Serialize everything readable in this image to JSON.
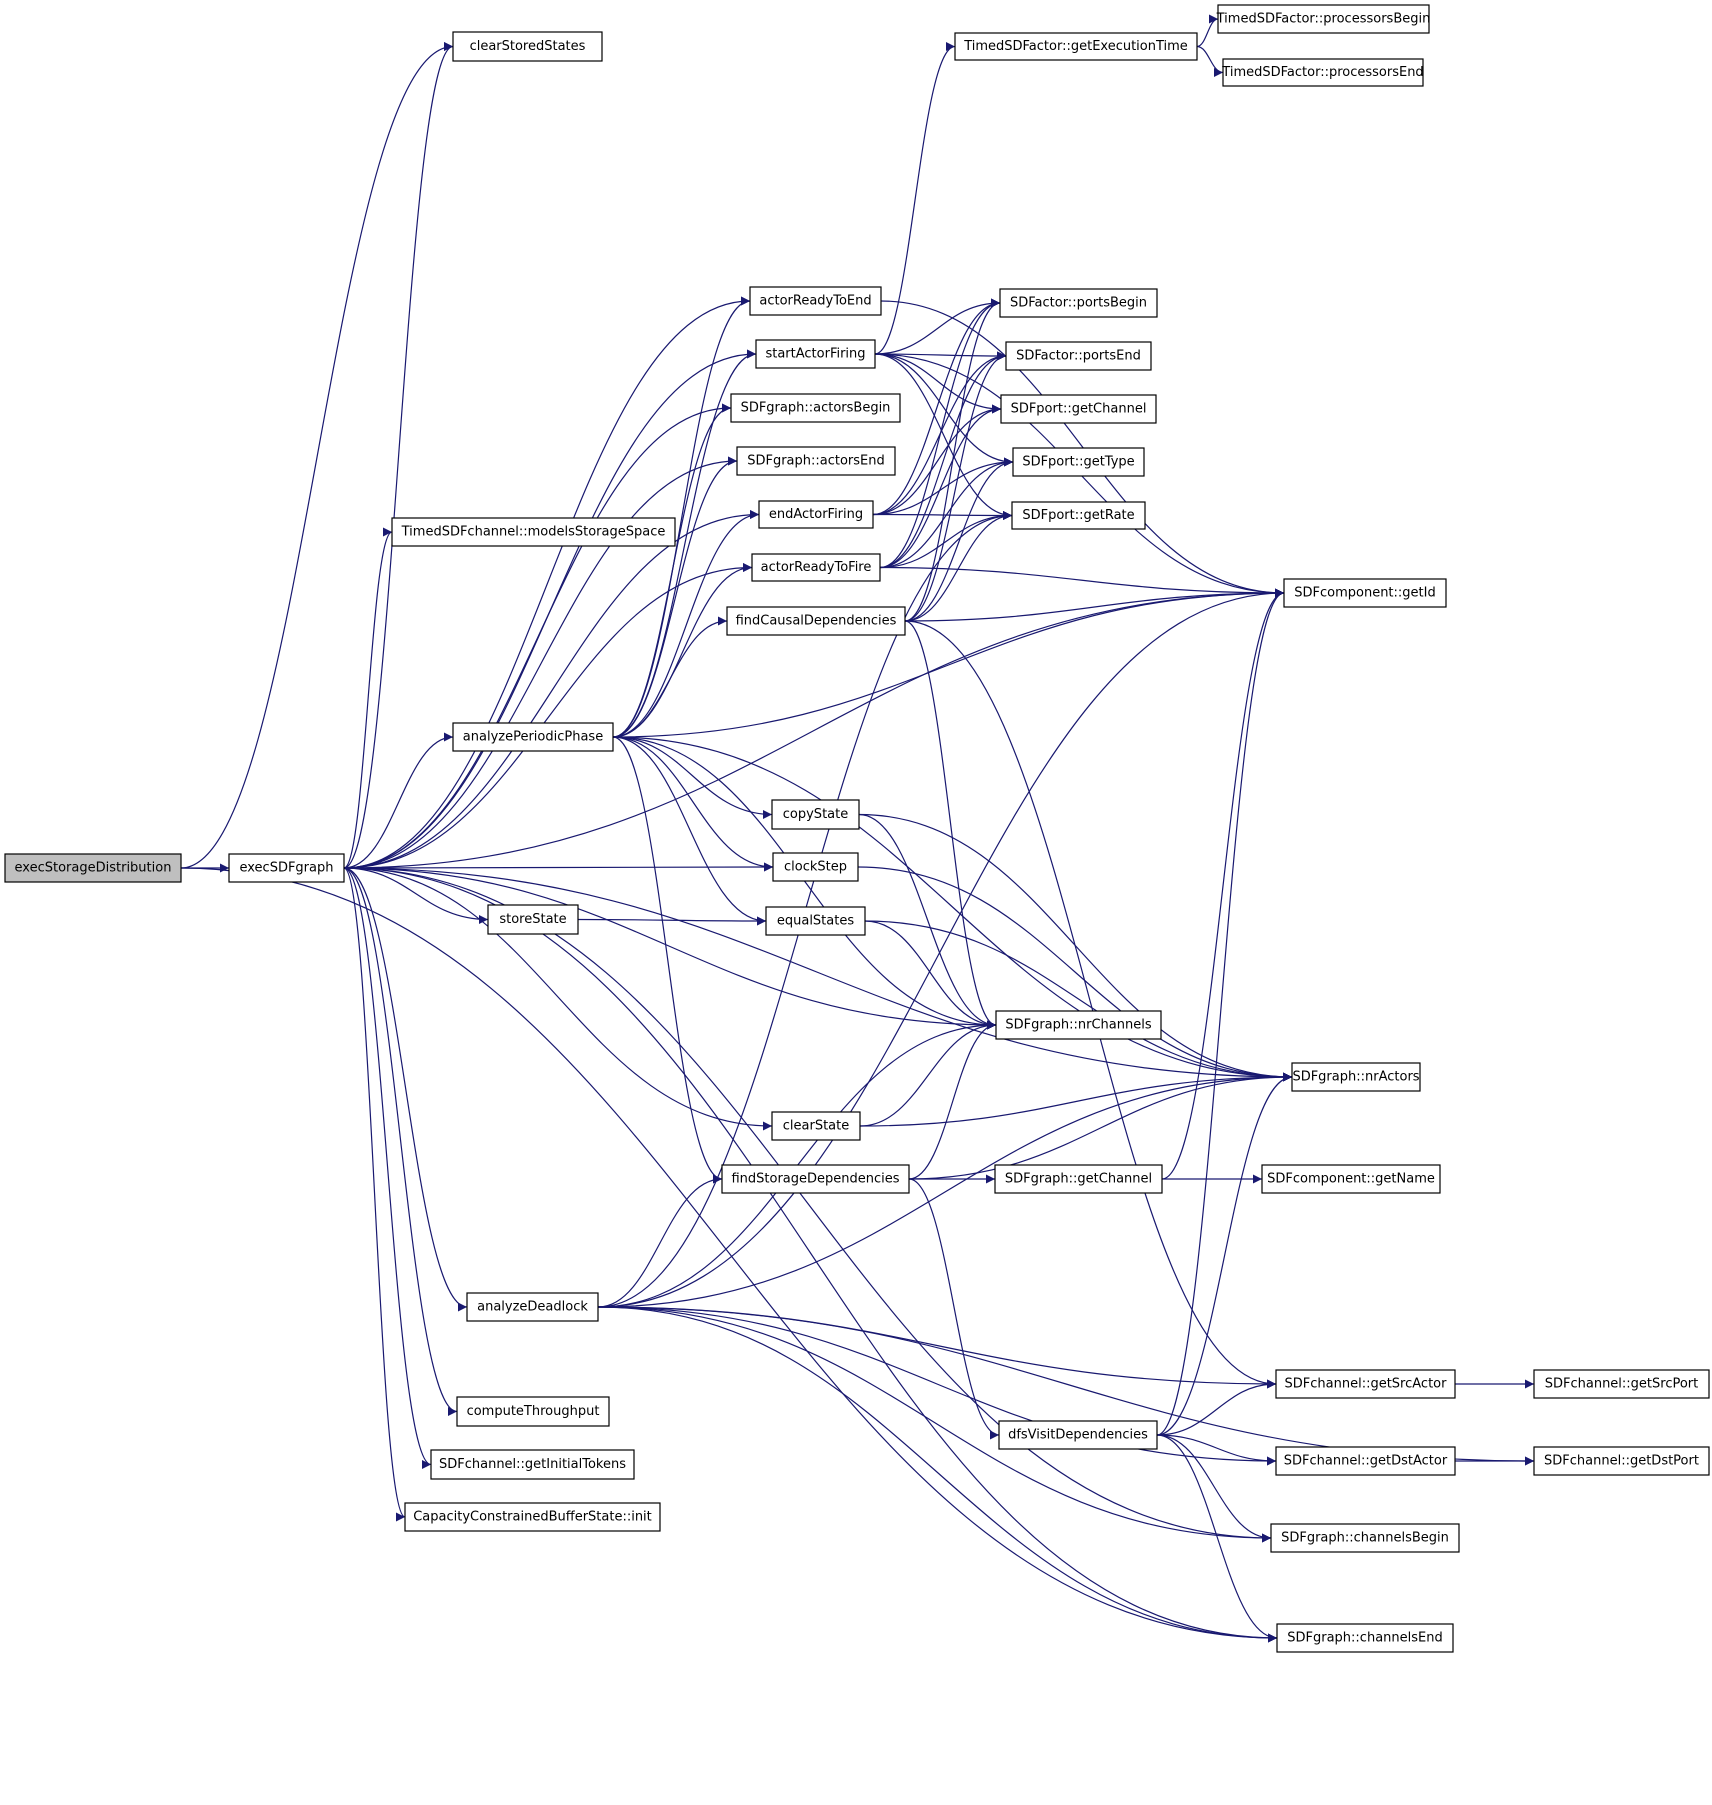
{
  "diagram": {
    "type": "call-graph",
    "root": "execStorageDistribution",
    "edge_color": "#191970",
    "root_fill": "#bfbfbf",
    "nodes": [
      {
        "id": "execStorageDistribution",
        "label": "execStorageDistribution"
      },
      {
        "id": "execSDFgraph",
        "label": "execSDFgraph"
      },
      {
        "id": "clearStoredStates",
        "label": "clearStoredStates"
      },
      {
        "id": "actorReadyToEnd",
        "label": "actorReadyToEnd"
      },
      {
        "id": "startActorFiring",
        "label": "startActorFiring"
      },
      {
        "id": "actorsBegin",
        "label": "SDFgraph::actorsBegin"
      },
      {
        "id": "actorsEnd",
        "label": "SDFgraph::actorsEnd"
      },
      {
        "id": "modelsStorageSpace",
        "label": "TimedSDFchannel::modelsStorageSpace"
      },
      {
        "id": "endActorFiring",
        "label": "endActorFiring"
      },
      {
        "id": "actorReadyToFire",
        "label": "actorReadyToFire"
      },
      {
        "id": "findCausalDependencies",
        "label": "findCausalDependencies"
      },
      {
        "id": "analyzePeriodicPhase",
        "label": "analyzePeriodicPhase"
      },
      {
        "id": "copyState",
        "label": "copyState"
      },
      {
        "id": "clockStep",
        "label": "clockStep"
      },
      {
        "id": "storeState",
        "label": "storeState"
      },
      {
        "id": "equalStates",
        "label": "equalStates"
      },
      {
        "id": "nrChannels",
        "label": "SDFgraph::nrChannels"
      },
      {
        "id": "clearState",
        "label": "clearState"
      },
      {
        "id": "findStorageDependencies",
        "label": "findStorageDependencies"
      },
      {
        "id": "getChannel",
        "label": "SDFgraph::getChannel"
      },
      {
        "id": "analyzeDeadlock",
        "label": "analyzeDeadlock"
      },
      {
        "id": "computeThroughput",
        "label": "computeThroughput"
      },
      {
        "id": "getInitialTokens",
        "label": "SDFchannel::getInitialTokens"
      },
      {
        "id": "cbsInit",
        "label": "CapacityConstrainedBufferState::init"
      },
      {
        "id": "getExecutionTime",
        "label": "TimedSDFactor::getExecutionTime"
      },
      {
        "id": "processorsBegin",
        "label": "TimedSDFactor::processorsBegin"
      },
      {
        "id": "processorsEnd",
        "label": "TimedSDFactor::processorsEnd"
      },
      {
        "id": "portsBegin",
        "label": "SDFactor::portsBegin"
      },
      {
        "id": "portsEnd",
        "label": "SDFactor::portsEnd"
      },
      {
        "id": "portGetChannel",
        "label": "SDFport::getChannel"
      },
      {
        "id": "getType",
        "label": "SDFport::getType"
      },
      {
        "id": "getRate",
        "label": "SDFport::getRate"
      },
      {
        "id": "getId",
        "label": "SDFcomponent::getId"
      },
      {
        "id": "nrActors",
        "label": "SDFgraph::nrActors"
      },
      {
        "id": "getName",
        "label": "SDFcomponent::getName"
      },
      {
        "id": "dfsVisitDependencies",
        "label": "dfsVisitDependencies"
      },
      {
        "id": "getSrcActor",
        "label": "SDFchannel::getSrcActor"
      },
      {
        "id": "getSrcPort",
        "label": "SDFchannel::getSrcPort"
      },
      {
        "id": "getDstActor",
        "label": "SDFchannel::getDstActor"
      },
      {
        "id": "getDstPort",
        "label": "SDFchannel::getDstPort"
      },
      {
        "id": "channelsBegin",
        "label": "SDFgraph::channelsBegin"
      },
      {
        "id": "channelsEnd",
        "label": "SDFgraph::channelsEnd"
      }
    ],
    "edges": [
      [
        "execStorageDistribution",
        "execSDFgraph"
      ],
      [
        "execStorageDistribution",
        "clearStoredStates"
      ],
      [
        "execStorageDistribution",
        "channelsEnd"
      ],
      [
        "execSDFgraph",
        "clearStoredStates"
      ],
      [
        "execSDFgraph",
        "actorReadyToEnd"
      ],
      [
        "execSDFgraph",
        "startActorFiring"
      ],
      [
        "execSDFgraph",
        "actorsBegin"
      ],
      [
        "execSDFgraph",
        "actorsEnd"
      ],
      [
        "execSDFgraph",
        "modelsStorageSpace"
      ],
      [
        "execSDFgraph",
        "endActorFiring"
      ],
      [
        "execSDFgraph",
        "actorReadyToFire"
      ],
      [
        "execSDFgraph",
        "analyzePeriodicPhase"
      ],
      [
        "execSDFgraph",
        "clockStep"
      ],
      [
        "execSDFgraph",
        "storeState"
      ],
      [
        "execSDFgraph",
        "nrChannels"
      ],
      [
        "execSDFgraph",
        "clearState"
      ],
      [
        "execSDFgraph",
        "nrActors"
      ],
      [
        "execSDFgraph",
        "analyzeDeadlock"
      ],
      [
        "execSDFgraph",
        "computeThroughput"
      ],
      [
        "execSDFgraph",
        "getInitialTokens"
      ],
      [
        "execSDFgraph",
        "cbsInit"
      ],
      [
        "execSDFgraph",
        "getId"
      ],
      [
        "execSDFgraph",
        "channelsBegin"
      ],
      [
        "execSDFgraph",
        "channelsEnd"
      ],
      [
        "actorReadyToEnd",
        "getId"
      ],
      [
        "startActorFiring",
        "getExecutionTime"
      ],
      [
        "startActorFiring",
        "portsBegin"
      ],
      [
        "startActorFiring",
        "portsEnd"
      ],
      [
        "startActorFiring",
        "portGetChannel"
      ],
      [
        "startActorFiring",
        "getType"
      ],
      [
        "startActorFiring",
        "getRate"
      ],
      [
        "startActorFiring",
        "getId"
      ],
      [
        "getExecutionTime",
        "processorsBegin"
      ],
      [
        "getExecutionTime",
        "processorsEnd"
      ],
      [
        "endActorFiring",
        "portsBegin"
      ],
      [
        "endActorFiring",
        "portsEnd"
      ],
      [
        "endActorFiring",
        "portGetChannel"
      ],
      [
        "endActorFiring",
        "getType"
      ],
      [
        "endActorFiring",
        "getRate"
      ],
      [
        "actorReadyToFire",
        "portsBegin"
      ],
      [
        "actorReadyToFire",
        "portsEnd"
      ],
      [
        "actorReadyToFire",
        "portGetChannel"
      ],
      [
        "actorReadyToFire",
        "getType"
      ],
      [
        "actorReadyToFire",
        "getRate"
      ],
      [
        "actorReadyToFire",
        "getId"
      ],
      [
        "findCausalDependencies",
        "portsBegin"
      ],
      [
        "findCausalDependencies",
        "portsEnd"
      ],
      [
        "findCausalDependencies",
        "getType"
      ],
      [
        "findCausalDependencies",
        "getRate"
      ],
      [
        "findCausalDependencies",
        "getId"
      ],
      [
        "findCausalDependencies",
        "nrChannels"
      ],
      [
        "findCausalDependencies",
        "getSrcActor"
      ],
      [
        "analyzePeriodicPhase",
        "actorReadyToEnd"
      ],
      [
        "analyzePeriodicPhase",
        "startActorFiring"
      ],
      [
        "analyzePeriodicPhase",
        "actorsBegin"
      ],
      [
        "analyzePeriodicPhase",
        "actorsEnd"
      ],
      [
        "analyzePeriodicPhase",
        "endActorFiring"
      ],
      [
        "analyzePeriodicPhase",
        "actorReadyToFire"
      ],
      [
        "analyzePeriodicPhase",
        "findCausalDependencies"
      ],
      [
        "analyzePeriodicPhase",
        "getId"
      ],
      [
        "analyzePeriodicPhase",
        "copyState"
      ],
      [
        "analyzePeriodicPhase",
        "clockStep"
      ],
      [
        "analyzePeriodicPhase",
        "equalStates"
      ],
      [
        "analyzePeriodicPhase",
        "nrChannels"
      ],
      [
        "analyzePeriodicPhase",
        "nrActors"
      ],
      [
        "analyzePeriodicPhase",
        "findStorageDependencies"
      ],
      [
        "copyState",
        "nrChannels"
      ],
      [
        "copyState",
        "nrActors"
      ],
      [
        "clockStep",
        "nrActors"
      ],
      [
        "storeState",
        "equalStates"
      ],
      [
        "equalStates",
        "nrChannels"
      ],
      [
        "equalStates",
        "nrActors"
      ],
      [
        "clearState",
        "nrChannels"
      ],
      [
        "clearState",
        "nrActors"
      ],
      [
        "findStorageDependencies",
        "nrChannels"
      ],
      [
        "findStorageDependencies",
        "getChannel"
      ],
      [
        "findStorageDependencies",
        "nrActors"
      ],
      [
        "findStorageDependencies",
        "dfsVisitDependencies"
      ],
      [
        "getChannel",
        "getId"
      ],
      [
        "getChannel",
        "getName"
      ],
      [
        "analyzeDeadlock",
        "getRate"
      ],
      [
        "analyzeDeadlock",
        "findStorageDependencies"
      ],
      [
        "analyzeDeadlock",
        "getId"
      ],
      [
        "analyzeDeadlock",
        "nrActors"
      ],
      [
        "analyzeDeadlock",
        "getSrcActor"
      ],
      [
        "analyzeDeadlock",
        "getDstActor"
      ],
      [
        "analyzeDeadlock",
        "channelsBegin"
      ],
      [
        "analyzeDeadlock",
        "channelsEnd"
      ],
      [
        "analyzeDeadlock",
        "getDstPort"
      ],
      [
        "analyzeDeadlock",
        "nrChannels"
      ],
      [
        "dfsVisitDependencies",
        "getId"
      ],
      [
        "dfsVisitDependencies",
        "nrActors"
      ],
      [
        "dfsVisitDependencies",
        "getSrcActor"
      ],
      [
        "dfsVisitDependencies",
        "getDstActor"
      ],
      [
        "dfsVisitDependencies",
        "channelsBegin"
      ],
      [
        "dfsVisitDependencies",
        "channelsEnd"
      ],
      [
        "getSrcActor",
        "getSrcPort"
      ],
      [
        "getDstActor",
        "getDstPort"
      ]
    ]
  }
}
